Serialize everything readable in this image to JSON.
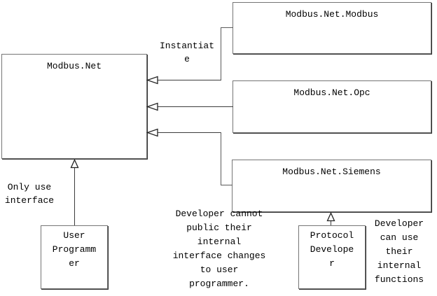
{
  "diagram": {
    "title": "Modbus.Net architecture diagram",
    "colors": {
      "background": "#ffffff",
      "box_border": "#757575",
      "box_shadow": "#2e2e2e",
      "edge_line": "#5a5a5a",
      "arrowhead_stroke": "#222222",
      "arrowhead_fill": "#ffffff",
      "text": "#000000"
    },
    "classes": [
      {
        "title": "Modbus.Net"
      },
      {
        "title": "Modbus.Net.Modbus"
      },
      {
        "title": "Modbus.Net.Opc"
      },
      {
        "title": "Modbus.Net.Siemens"
      },
      {
        "title": "User Programmer",
        "display": "User\nProgramm\ner"
      },
      {
        "title": "Protocol Developer",
        "display": "Protocol\nDevelope\nr"
      }
    ],
    "labels": {
      "instantiate": "Instantiat\ne",
      "only_use_interface": "Only use\ninterface",
      "developer_cannot": "Developer cannot\npublic their\ninternal\ninterface changes\nto user\nprogrammer.",
      "developer_can": "Developer\ncan use\ntheir\ninternal\nfunctions"
    }
  }
}
